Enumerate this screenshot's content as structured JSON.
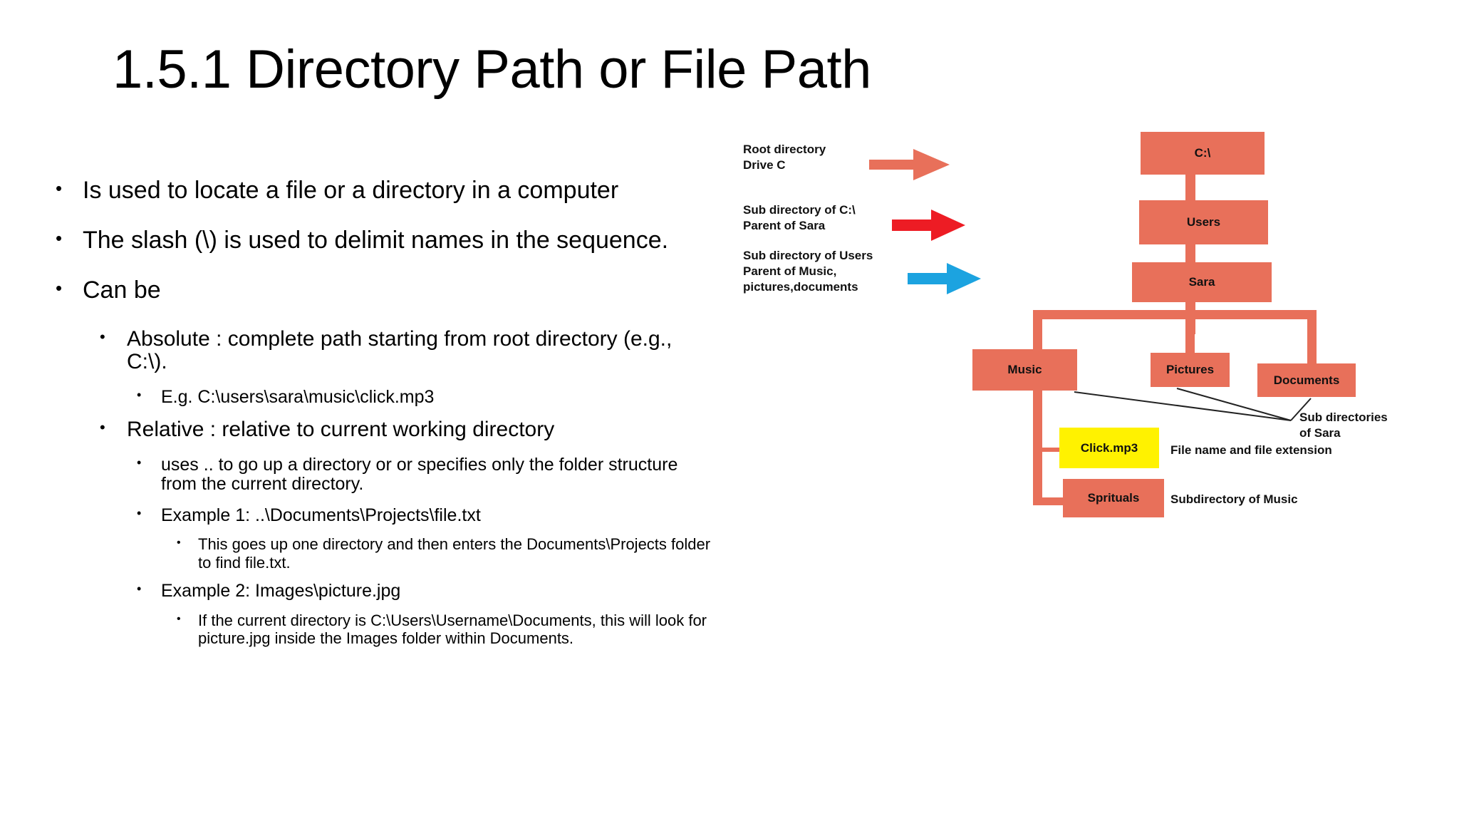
{
  "slide": {
    "title": "1.5.1 Directory Path or File Path"
  },
  "content": {
    "bullets": [
      {
        "level": 1,
        "text": "Is used to locate a file or a directory in a computer"
      },
      {
        "level": 1,
        "text": "The slash (\\) is used to delimit names in the sequence."
      },
      {
        "level": 1,
        "text": "Can be"
      },
      {
        "level": 2,
        "text": "Absolute : complete path starting from root directory (e.g., C:\\)."
      },
      {
        "level": 3,
        "text": "E.g. C:\\users\\sara\\music\\click.mp3"
      },
      {
        "level": 2,
        "text": "Relative :  relative to current working directory"
      },
      {
        "level": 3,
        "text": "uses .. to go up a directory or or specifies only the folder structure from the current directory."
      },
      {
        "level": 3,
        "text": "Example 1: ..\\Documents\\Projects\\file.txt"
      },
      {
        "level": 4,
        "text": "This goes up one directory and then enters the Documents\\Projects folder to find file.txt."
      },
      {
        "level": 3,
        "text": "Example 2: Images\\picture.jpg"
      },
      {
        "level": 4,
        "text": "If the current directory is C:\\Users\\Username\\Documents, this will look for picture.jpg inside the Images folder within Documents."
      }
    ],
    "bullet_glyph": "•"
  },
  "diagram": {
    "boxes": {
      "root": "C:\\",
      "users": "Users",
      "sara": "Sara",
      "music": "Music",
      "pictures": "Pictures",
      "documents": "Documents",
      "click": "Click.mp3",
      "sprituals": "Sprituals"
    },
    "annotations": {
      "root_label": "Root directory\nDrive C",
      "users_label": "Sub directory of C:\\\nParent of Sara",
      "sara_label": "Sub directory of Users\nParent of Music,\npictures,documents",
      "subdirs_label": "Sub directories\nof Sara",
      "file_label": "File name and file extension",
      "sprituals_label": "Subdirectory of Music"
    },
    "colors": {
      "folder": "#E8705A",
      "file": "#FFF200",
      "arrow_root": "#E8705A",
      "arrow_users": "#ED1C24",
      "arrow_sara": "#1CA3E0",
      "leader_line": "#222222"
    }
  }
}
